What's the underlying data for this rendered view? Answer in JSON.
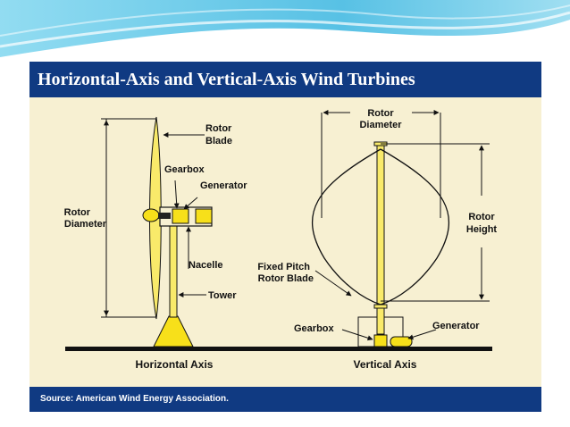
{
  "title": "Horizontal-Axis and Vertical-Axis Wind Turbines",
  "source": "Source: American Wind Energy Association.",
  "colors": {
    "panel": "#f7f0d2",
    "bars": "#103a82",
    "turbine_yellow": "#f7e01a",
    "blade_yellow": "#f9ea6a",
    "line": "#111111",
    "slide_wave": "#4fc3e6"
  },
  "horizontal": {
    "caption": "Horizontal Axis",
    "rotor_blade": [
      "Rotor",
      "Blade"
    ],
    "gearbox": "Gearbox",
    "generator": "Generator",
    "rotor_diameter": [
      "Rotor",
      "Diameter"
    ],
    "nacelle": "Nacelle",
    "tower": "Tower"
  },
  "vertical": {
    "caption": "Vertical Axis",
    "rotor_diameter": [
      "Rotor",
      "Diameter"
    ],
    "rotor_height": [
      "Rotor",
      "Height"
    ],
    "fixed_pitch": [
      "Fixed Pitch",
      "Rotor Blade"
    ],
    "gearbox": "Gearbox",
    "generator": "Generator"
  }
}
